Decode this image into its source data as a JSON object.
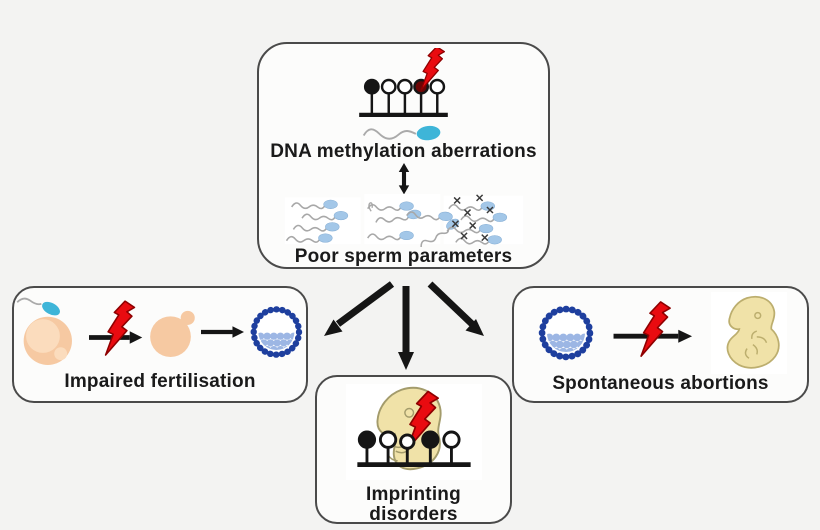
{
  "diagram": {
    "top_box": {
      "title": "DNA methylation aberrations",
      "caption": "Poor sperm parameters"
    },
    "left_box": {
      "caption": "Impaired fertilisation"
    },
    "center_box": {
      "caption_line1": "Imprinting",
      "caption_line2": "disorders"
    },
    "right_box": {
      "caption": "Spontaneous abortions"
    }
  },
  "icons": [
    "lightning-bolt-icon",
    "methylation-lollipops-icon",
    "sperm-icon",
    "double-arrow-icon",
    "sperm-group-normal-icon",
    "sperm-group-abnormal-icon",
    "sperm-group-nonviable-icon",
    "egg-with-sperm-icon",
    "lightning-arrow-icon",
    "zygote-icon",
    "right-arrow-icon",
    "blastocyst-icon",
    "embryo-methylation-icon",
    "fetus-icon",
    "down-left-arrow-icon",
    "down-arrow-icon",
    "down-right-arrow-icon"
  ],
  "colors": {
    "background": "#f3f3f2",
    "box_background": "#fcfcfb",
    "box_border": "#4a4a4a",
    "text": "#1a1a1a",
    "lightning_red": "#e90b10",
    "lightning_outline": "#8e0000",
    "sperm_head_teal": "#3eb5d8",
    "sperm_head_blue": "#a3c7e8",
    "sperm_tail_gray": "#a8a8a8",
    "egg_peach": "#f6c9a2",
    "egg_inner_peach": "#fbdcbd",
    "blastocyst_ring_blue": "#1e3f9e",
    "blastocyst_cells_blue": "#9cb6e4",
    "embryo_cream": "#f0e2a8",
    "embryo_outline": "#a39b6b",
    "arrow_black": "#151515"
  }
}
